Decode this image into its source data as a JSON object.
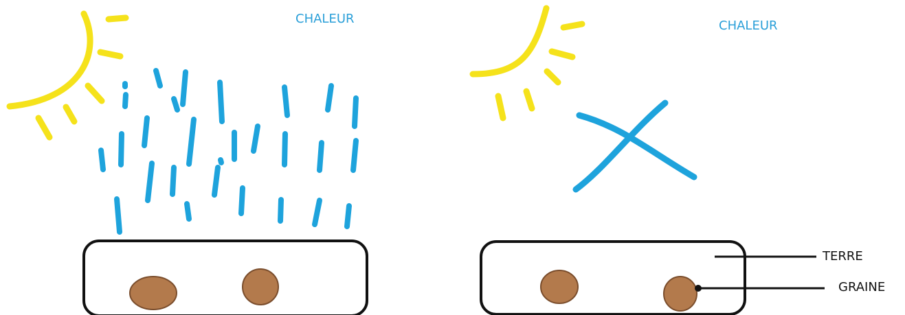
{
  "left_panel": {
    "heat_label": "CHALEUR",
    "elements": [
      "sun",
      "rain",
      "soil-box",
      "seeds"
    ]
  },
  "right_panel": {
    "heat_label": "CHALEUR",
    "elements": [
      "sun",
      "cross",
      "soil-box",
      "seeds"
    ],
    "callouts": {
      "soil": "TERRE",
      "seed": "GRAINE"
    }
  },
  "colors": {
    "sun": "#f5e21b",
    "water": "#1ea3dc",
    "outline": "#111111",
    "seed": "#b37a4c",
    "label": "#2a9fd8"
  }
}
